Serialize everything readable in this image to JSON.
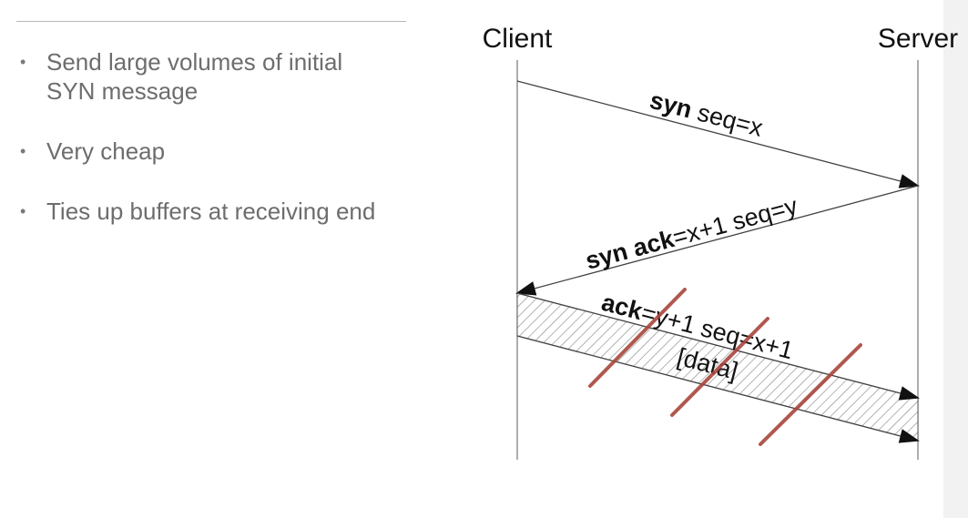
{
  "bullets": [
    {
      "line1": "Send large volumes of initial",
      "line2": "SYN message"
    },
    {
      "line1": "Very cheap"
    },
    {
      "line1": "Ties up buffers at receiving end"
    }
  ],
  "diagram": {
    "client_label": "Client",
    "server_label": "Server",
    "msg1": {
      "bold": "syn",
      "rest": " seq=x"
    },
    "msg2": {
      "bold": "syn ack",
      "rest": "=x+1 seq=y"
    },
    "msg3": {
      "bold": "ack",
      "rest": "=y+1 seq=x+1"
    },
    "msg3_data": "[data]"
  },
  "colors": {
    "text_gray": "#6d6d6d",
    "strike_red": "#a8463c",
    "lines": "#555555"
  }
}
